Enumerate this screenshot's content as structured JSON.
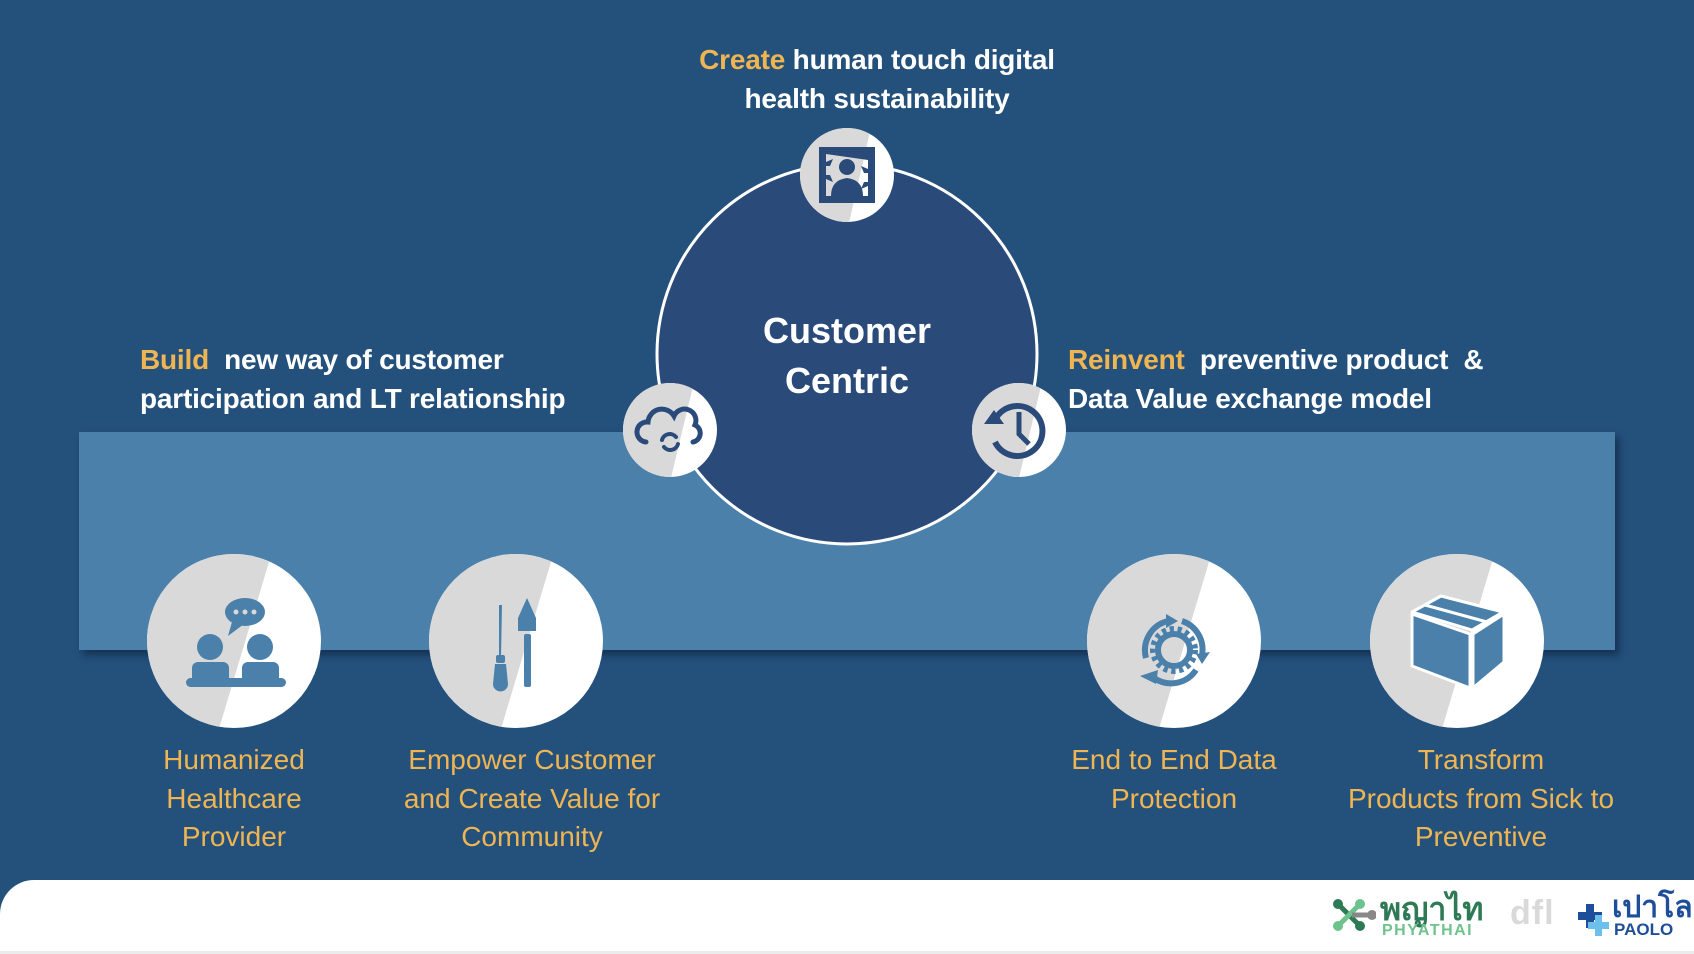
{
  "colors": {
    "background": "#24507c",
    "band": "#4a80aa",
    "core_circle": "#2a4a7a",
    "accent_gold": "#eeb552",
    "icon_dark": "#2a4a7a",
    "icon_light": "#4a80aa",
    "disc_gray": "#d9d9d9",
    "disc_white": "#ffffff"
  },
  "center": {
    "title_line1": "Customer",
    "title_line2": "Centric"
  },
  "headings": {
    "top": {
      "accent": "Create",
      "line1_rest": " human touch digital",
      "line2": "health sustainability",
      "icon": "person-frame-icon"
    },
    "left": {
      "accent": "Build",
      "line1_rest": "  new way of customer",
      "line2": "participation and LT relationship",
      "icon": "cloud-sync-icon"
    },
    "right": {
      "accent": "Reinvent",
      "line1_rest": "  preventive product  &",
      "line2": "Data Value exchange model",
      "icon": "history-clock-icon"
    }
  },
  "pillars": [
    {
      "icon": "people-conversation-icon",
      "lines": [
        "Humanized",
        "Healthcare",
        "Provider"
      ]
    },
    {
      "icon": "tools-shovel-screwdriver-icon",
      "lines": [
        "Empower Customer",
        "and Create Value for",
        "Community"
      ]
    },
    {
      "icon": "gear-cycle-icon",
      "lines": [
        "End to End Data",
        "Protection"
      ]
    },
    {
      "icon": "package-box-icon",
      "lines": [
        "Transform",
        "Products from Sick to",
        "Preventive"
      ]
    }
  ],
  "footer": {
    "logos": [
      {
        "name": "phyathai",
        "thai": "พญาไท",
        "latin": "PHYATHAI"
      },
      {
        "name": "paolo",
        "thai": "เปาโล",
        "latin": "PAOLO"
      }
    ],
    "watermark": "dfl"
  }
}
